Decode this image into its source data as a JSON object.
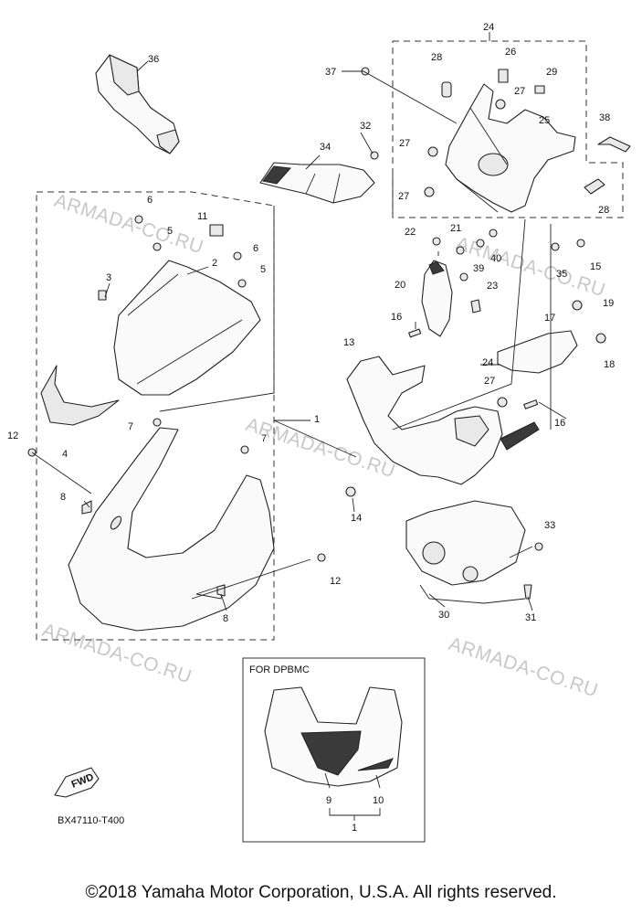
{
  "watermark": "ARMADA-CO.RU",
  "callouts": {
    "c1": "1",
    "c1b": "1",
    "c2": "2",
    "c3": "3",
    "c4": "4",
    "c5a": "5",
    "c5b": "5",
    "c6a": "6",
    "c6b": "6",
    "c7a": "7",
    "c7b": "7",
    "c8a": "8",
    "c8b": "8",
    "c9": "9",
    "c10": "10",
    "c11": "11",
    "c12a": "12",
    "c12b": "12",
    "c13": "13",
    "c14": "14",
    "c15": "15",
    "c16a": "16",
    "c16b": "16",
    "c17": "17",
    "c18": "18",
    "c19": "19",
    "c20": "20",
    "c21": "21",
    "c22": "22",
    "c23": "23",
    "c24a": "24",
    "c24b": "24",
    "c25": "25",
    "c26": "26",
    "c27a": "27",
    "c27b": "27",
    "c27c": "27",
    "c27d": "27",
    "c28a": "28",
    "c28b": "28",
    "c29": "29",
    "c30": "30",
    "c31": "31",
    "c32": "32",
    "c33": "33",
    "c34": "34",
    "c35": "35",
    "c36": "36",
    "c37": "37",
    "c38": "38",
    "c39": "39",
    "c40": "40"
  },
  "variant_label": "FOR  DPBMC",
  "fwd_badge": "FWD",
  "diagram_code": "BX47110-T400",
  "copyright": "©2018 Yamaha Motor Corporation, U.S.A. All rights reserved."
}
